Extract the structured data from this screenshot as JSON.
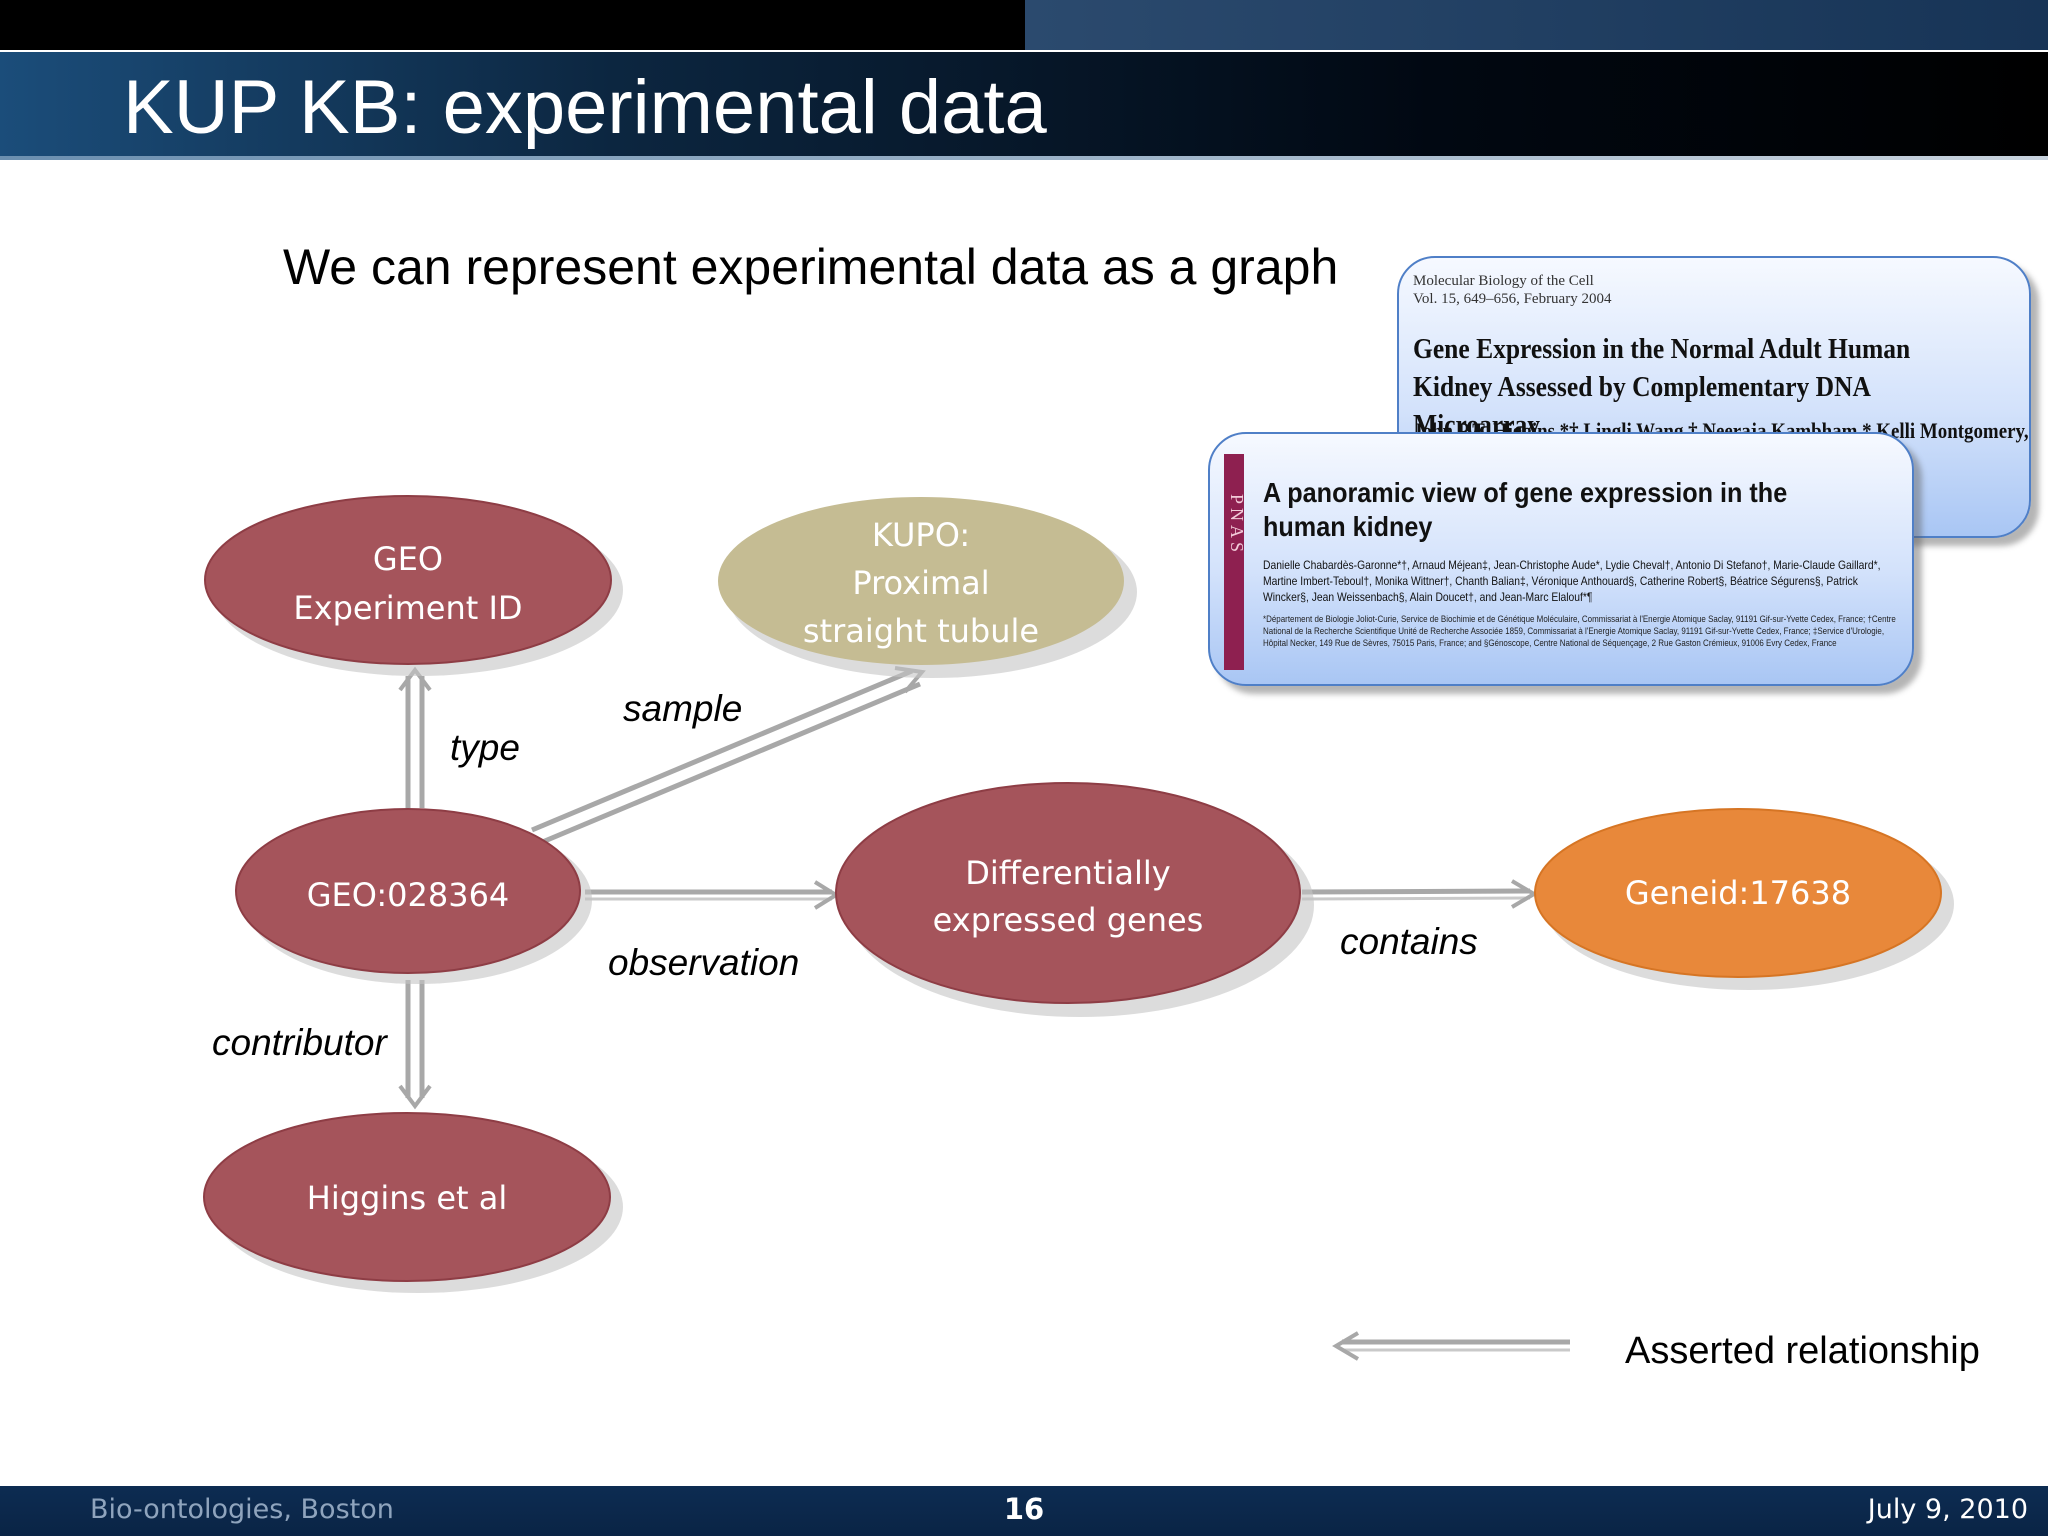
{
  "slide": {
    "title": "KUP KB: experimental data",
    "subtitle": "We can represent experimental data as a graph"
  },
  "papers": {
    "paper1": {
      "journal_line1": "Molecular Biology of the Cell",
      "journal_line2": "Vol. 15, 649–656, February 2004",
      "title": "Gene Expression in the Normal Adult Human Kidney Assessed by Complementary DNA Microarray",
      "authors_partial": "John P.T. Higgins,*† Lingli Wang,† Neeraja Kambham,* Kelli Montgomery,*"
    },
    "paper2": {
      "journal_mark": "PNAS",
      "title": "A panoramic view of gene expression in the human kidney",
      "authors": "Danielle Chabardès-Garonne*†, Arnaud Méjean‡, Jean-Christophe Aude*, Lydie Cheval†, Antonio Di Stefano†, Marie-Claude Gaillard*, Martine Imbert-Teboul†, Monika Wittner†, Chanth Balian‡, Véronique Anthouard§, Catherine Robert§, Béatrice Ségurens§, Patrick Wincker§, Jean Weissenbach§, Alain Doucet†, and Jean-Marc Elalouf*¶",
      "affiliations": "*Département de Biologie Joliot-Curie, Service de Biochimie et de Génétique Moléculaire, Commissariat à l'Energie Atomique Saclay, 91191 Gif-sur-Yvette Cedex, France; †Centre National de la Recherche Scientifique Unité de Recherche Associée 1859, Commissariat à l'Energie Atomique Saclay, 91191 Gif-sur-Yvette Cedex, France; ‡Service d'Urologie, Hôpital Necker, 149 Rue de Sèvres, 75015 Paris, France; and §Génoscope, Centre National de Séquençage, 2 Rue Gaston Crémieux, 91006 Evry Cedex, France"
    }
  },
  "nodes": {
    "geo_experiment": {
      "line1": "GEO",
      "line2": "Experiment ID"
    },
    "kupo": {
      "line1": "KUPO:",
      "line2": "Proximal",
      "line3": "straight tubule"
    },
    "geo_id": {
      "label": "GEO:028364"
    },
    "diff_genes": {
      "line1": "Differentially",
      "line2": "expressed genes"
    },
    "geneid": {
      "label": "Geneid:17638"
    },
    "higgins": {
      "label": "Higgins et al"
    }
  },
  "edges": {
    "type": "type",
    "sample": "sample",
    "observation": "observation",
    "contains": "contains",
    "contributor": "contributor"
  },
  "legend": {
    "label": "Asserted relationship"
  },
  "colors": {
    "node_red": "#a5545b",
    "node_tan": "#c5bc93",
    "node_orange": "#e8883a",
    "edge_gray": "#a8a8a8"
  },
  "footer": {
    "left": "Bio-ontologies, Boston",
    "page": "16",
    "right": "July 9, 2010"
  }
}
